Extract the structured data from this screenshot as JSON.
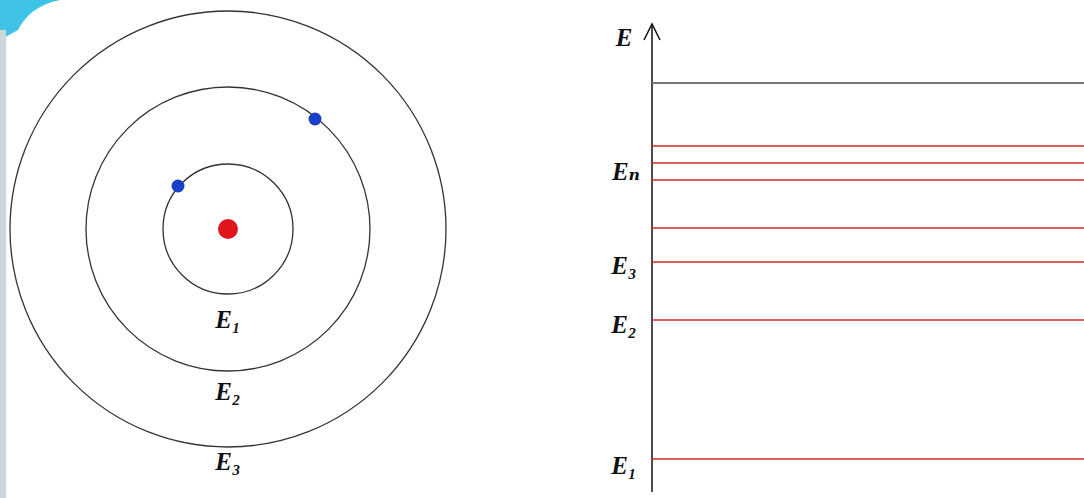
{
  "diagram": {
    "labels": [
      "E₁",
      "E₂",
      "E₃",
      "E",
      "Eₙ",
      "E₃",
      "E₂",
      "E₁"
    ]
  }
}
